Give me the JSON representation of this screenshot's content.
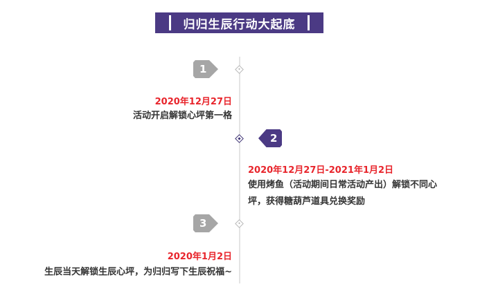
{
  "title": "归归生辰行动大起底",
  "colors": {
    "brand": "#4b3a84",
    "accent_date": "#e8252c",
    "inactive_marker": "#a6a6a6",
    "text": "#333333",
    "line": "#e4e4e4"
  },
  "timeline": [
    {
      "number": "1",
      "date": "2020年12月27日",
      "lines": [
        "活动开启解锁心坪第一格"
      ],
      "active": false
    },
    {
      "number": "2",
      "date": "2020年12月27日-2021年1月2日",
      "lines": [
        "使用烤鱼（活动期间日常活动产出）解锁不同心",
        "坪，获得糖葫芦道具兑换奖励"
      ],
      "active": true
    },
    {
      "number": "3",
      "date": "2020年1月2日",
      "lines": [
        "生辰当天解锁生辰心坪，为归归写下生辰祝福~"
      ],
      "active": false
    }
  ]
}
